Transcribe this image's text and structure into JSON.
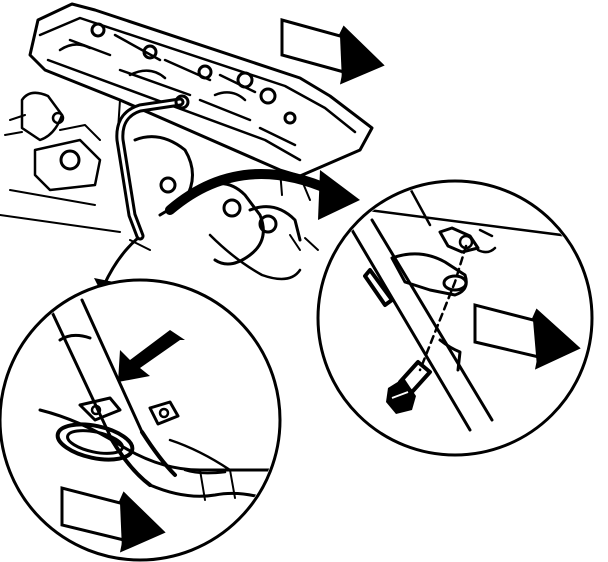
{
  "diagram": {
    "style": "black line art on white",
    "ink_color": "#000000",
    "paper_color": "#ffffff",
    "views": [
      {
        "id": "engine-overview",
        "icon": "engine-icon"
      },
      {
        "id": "dipstick-tube-detail",
        "icon": "dipstick-tube-icon"
      },
      {
        "id": "bracket-bolt-detail",
        "icon": "bolt-icon"
      }
    ],
    "indicators": [
      {
        "id": "forward-arrow-top",
        "icon": "forward-arrow-icon"
      },
      {
        "id": "forward-arrow-right-detail",
        "icon": "forward-arrow-icon"
      },
      {
        "id": "forward-arrow-left-detail",
        "icon": "forward-arrow-icon"
      },
      {
        "id": "insert-arrow",
        "icon": "arrow-icon"
      },
      {
        "id": "callout-arrow-right",
        "icon": "curved-arrow-icon"
      },
      {
        "id": "callout-arrow-left",
        "icon": "curved-arrow-icon"
      }
    ]
  }
}
